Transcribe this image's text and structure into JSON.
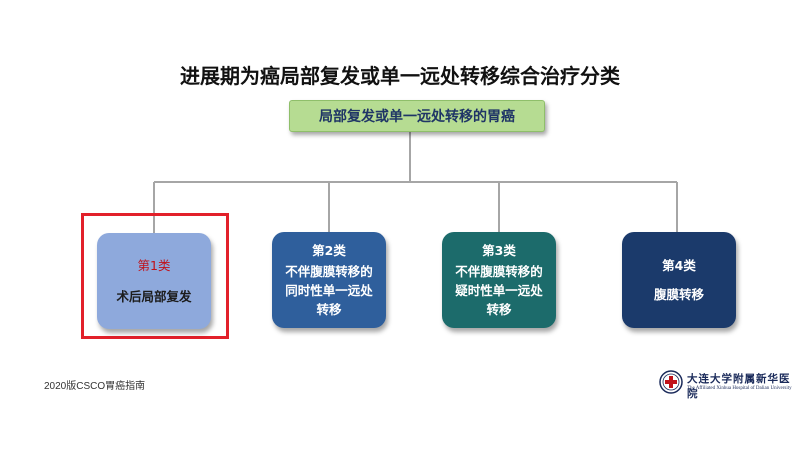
{
  "title": "进展期为癌局部复发或单一远处转移综合治疗分类",
  "root_label": "局部复发或单一远处转移的胃癌",
  "categories": [
    {
      "head": "第1类",
      "desc": "术后局部复发"
    },
    {
      "head": "第2类",
      "desc": "不伴腹膜转移的\n同时性单一远处\n转移"
    },
    {
      "head": "第3类",
      "desc": "不伴腹膜转移的\n疑时性单一远处\n转移"
    },
    {
      "head": "第4类",
      "desc": "腹膜转移"
    }
  ],
  "footer_note": "2020版CSCO胃癌指南",
  "logo": {
    "name_cn": "大连大学附属新华医院",
    "name_en": "The Affiliated Xinhua Hospital of Dalian University"
  },
  "colors": {
    "root_fill": "#b6dc92",
    "cat1": "#8ea9dc",
    "cat2": "#2f5f9c",
    "cat3": "#1c6b6b",
    "cat4": "#1b3a6b",
    "highlight": "#e2202a"
  }
}
